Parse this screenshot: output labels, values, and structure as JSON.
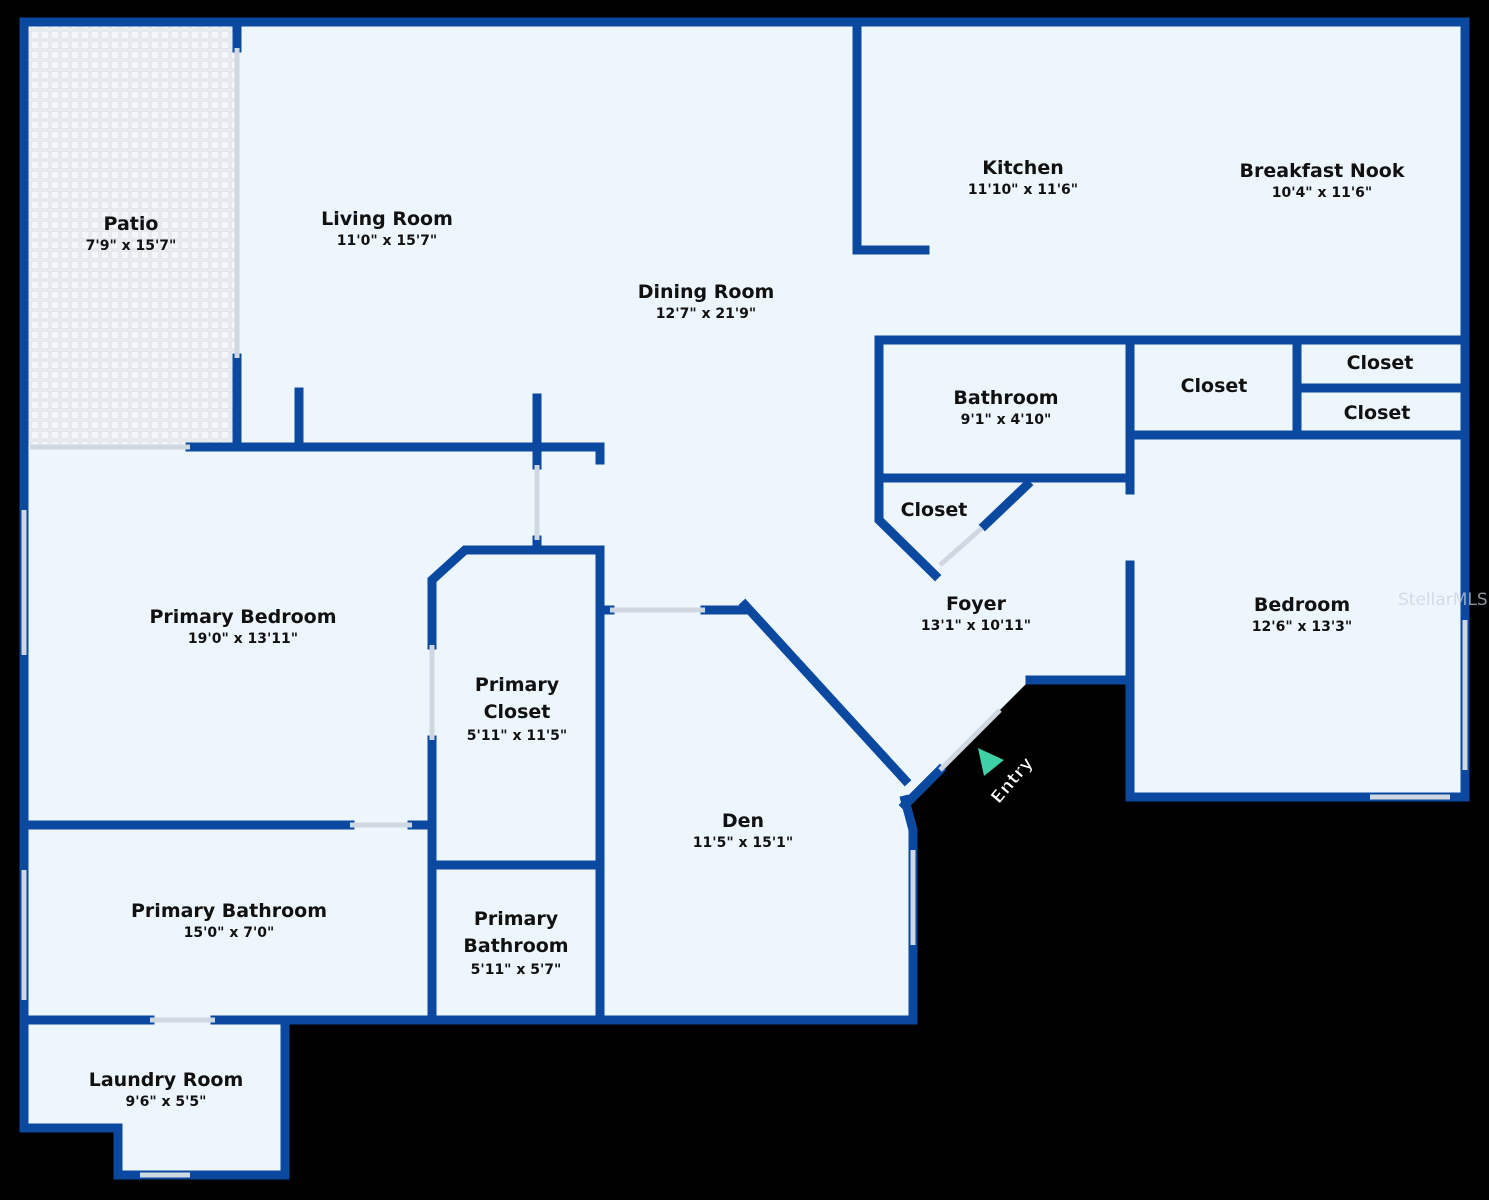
{
  "colors": {
    "wall": "#0b48a0",
    "floor": "#eef6fd",
    "background": "#000000",
    "entry_arrow": "#3fd0a8"
  },
  "rooms": [
    {
      "name": "Patio",
      "dims": "7'9\" x 15'7\""
    },
    {
      "name": "Living Room",
      "dims": "11'0\" x 15'7\""
    },
    {
      "name": "Dining Room",
      "dims": "12'7\" x 21'9\""
    },
    {
      "name": "Kitchen",
      "dims": "11'10\" x 11'6\""
    },
    {
      "name": "Breakfast Nook",
      "dims": "10'4\" x 11'6\""
    },
    {
      "name": "Bathroom",
      "dims": "9'1\" x 4'10\""
    },
    {
      "name": "Closet",
      "dims": ""
    },
    {
      "name": "Closet",
      "dims": ""
    },
    {
      "name": "Closet",
      "dims": ""
    },
    {
      "name": "Closet",
      "dims": ""
    },
    {
      "name": "Foyer",
      "dims": "13'1\" x 10'11\""
    },
    {
      "name": "Bedroom",
      "dims": "12'6\" x 13'3\""
    },
    {
      "name": "Primary Bedroom",
      "dims": "19'0\" x 13'11\""
    },
    {
      "name": "Primary Closet",
      "dims": "5'11\" x 11'5\""
    },
    {
      "name": "Den",
      "dims": "11'5\" x 15'1\""
    },
    {
      "name": "Primary Bathroom",
      "dims": "15'0\" x 7'0\""
    },
    {
      "name": "Primary Bathroom",
      "dims": "5'11\" x 5'7\""
    },
    {
      "name": "Laundry Room",
      "dims": "9'6\" x 5'5\""
    }
  ],
  "entry_label": "Entry",
  "watermark": "StellarMLS"
}
